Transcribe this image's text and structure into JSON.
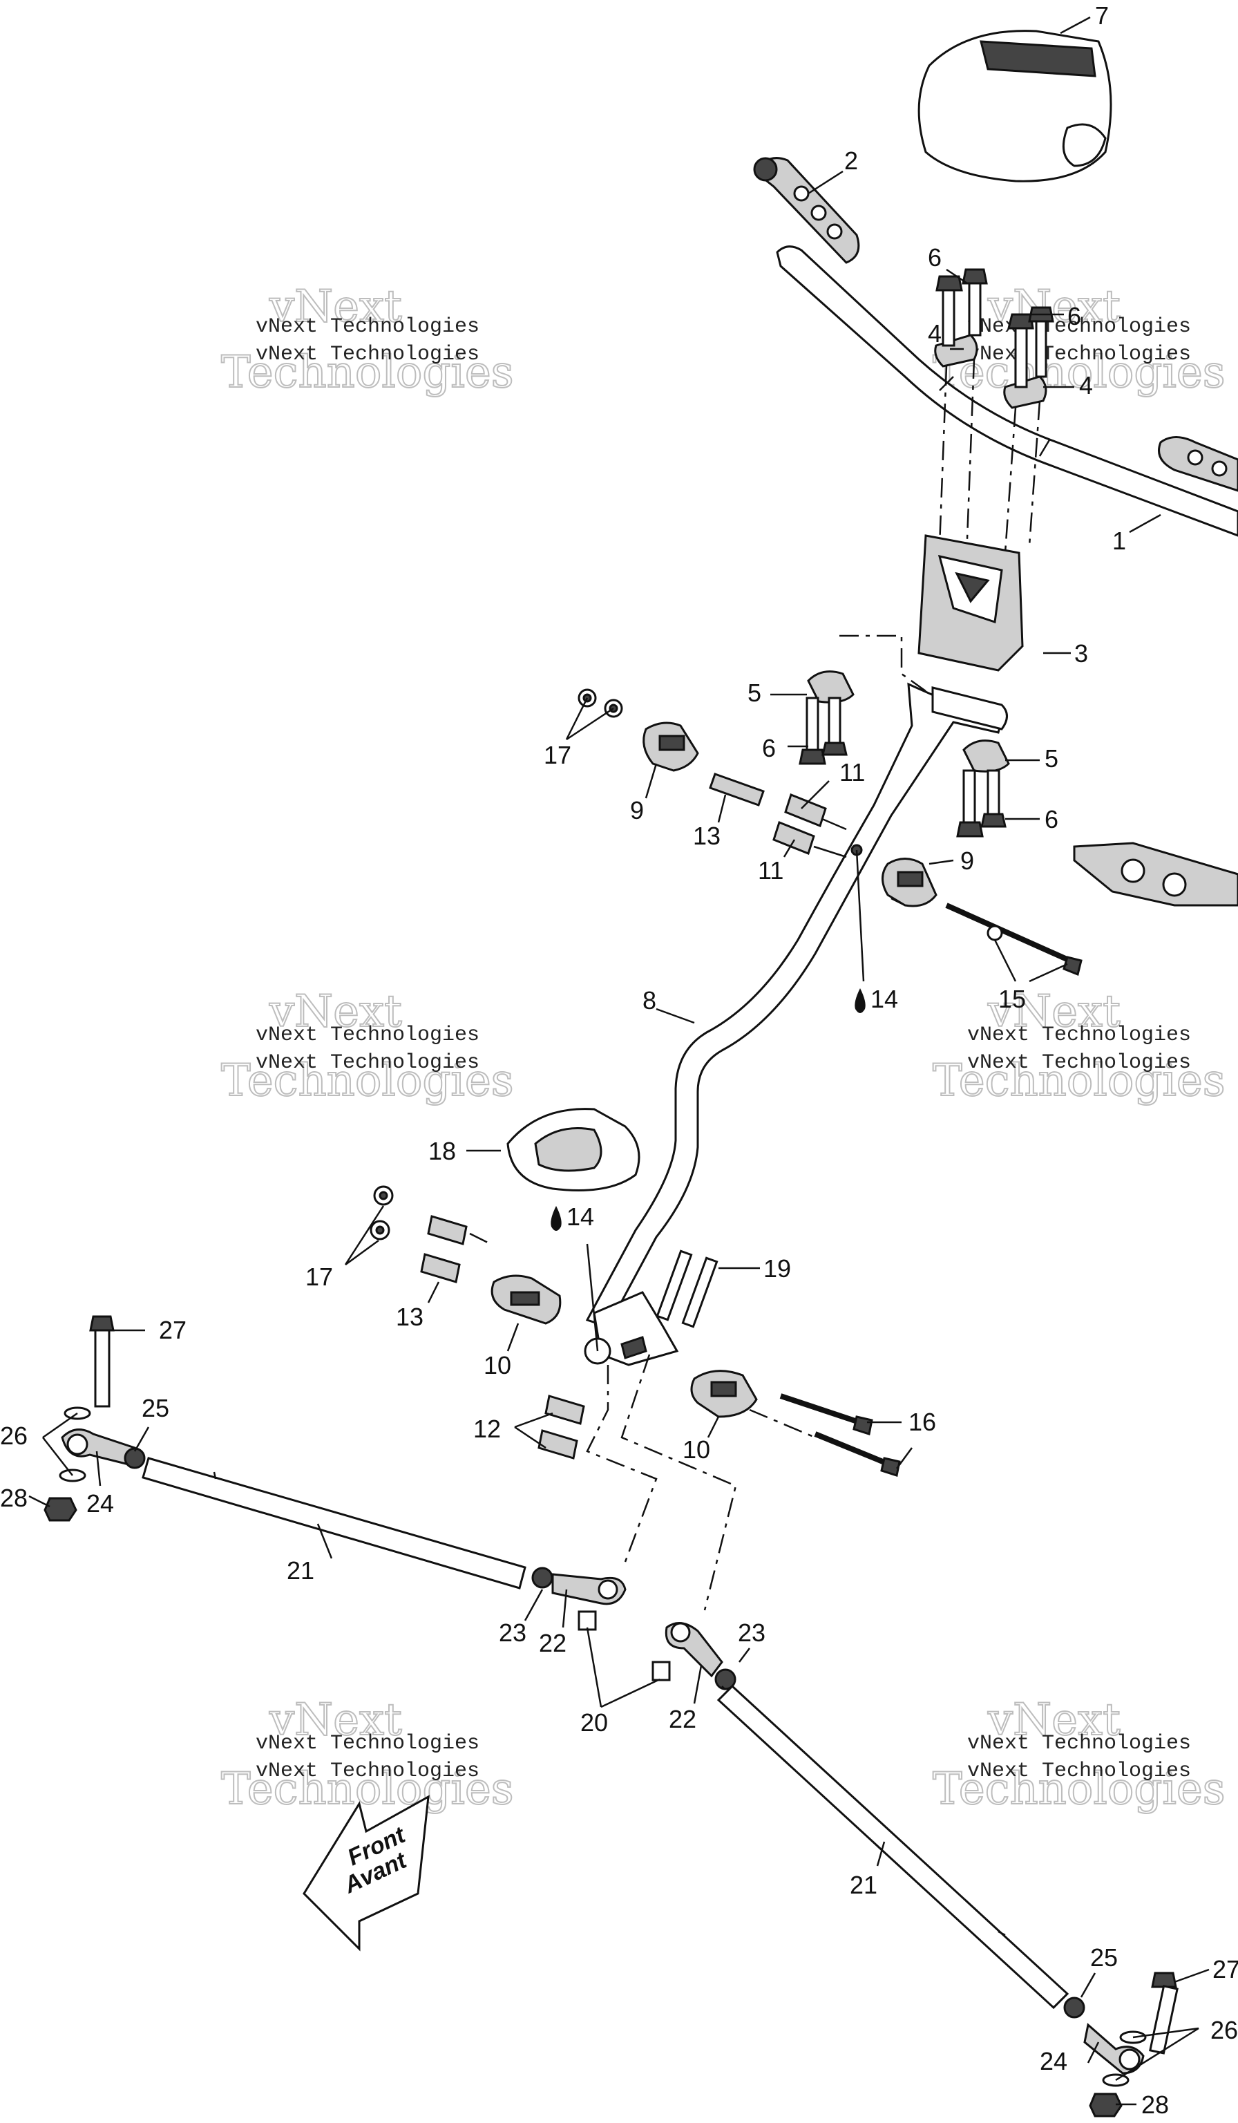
{
  "callouts": {
    "c1": "1",
    "c2": "2",
    "c3": "3",
    "c4a": "4",
    "c4b": "4",
    "c5a": "5",
    "c5b": "5",
    "c6a": "6",
    "c6b": "6",
    "c6c": "6",
    "c6d": "6",
    "c7": "7",
    "c8": "8",
    "c9a": "9",
    "c9b": "9",
    "c10a": "10",
    "c10b": "10",
    "c11a": "11",
    "c11b": "11",
    "c12": "12",
    "c13a": "13",
    "c13b": "13",
    "c14a": "14",
    "c14b": "14",
    "c15": "15",
    "c16": "16",
    "c17a": "17",
    "c17b": "17",
    "c18": "18",
    "c19": "19",
    "c20": "20",
    "c21a": "21",
    "c21b": "21",
    "c22a": "22",
    "c22b": "22",
    "c23a": "23",
    "c23b": "23",
    "c24a": "24",
    "c24b": "24",
    "c25a": "25",
    "c25b": "25",
    "c26a": "26",
    "c26b": "26",
    "c27a": "27",
    "c27b": "27",
    "c28a": "28",
    "c28b": "28"
  },
  "watermark": {
    "small": "vNext Technologies",
    "big_top": "vNext",
    "big_bottom": "Technologies"
  },
  "direction_arrow": {
    "line1": "Front",
    "line2": "Avant"
  },
  "icons": {
    "oil_drop": "oil-drop-icon",
    "direction": "front-arrow-icon"
  }
}
